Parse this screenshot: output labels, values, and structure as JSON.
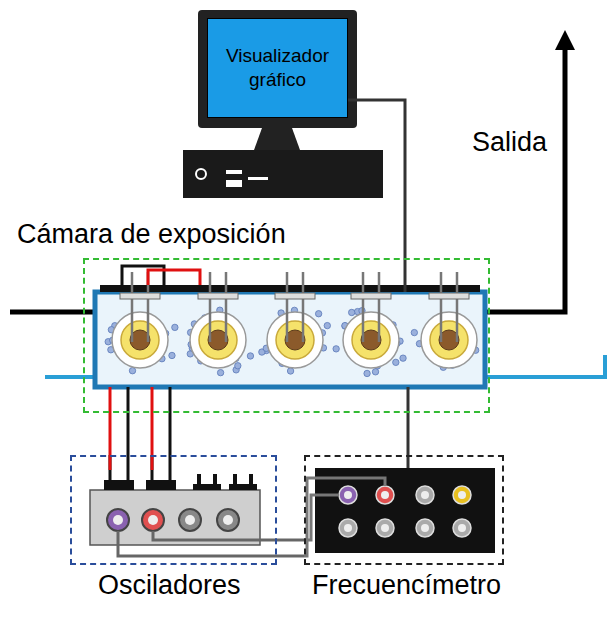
{
  "diagram": {
    "nodes": [
      {
        "text": [
          "Visualizador gráfico"
        ]
      },
      {
        "text": [
          "Cámara de exposición"
        ]
      },
      {
        "text": [
          "Osciladores"
        ]
      },
      {
        "text": [
          "Frecuencímetro"
        ]
      }
    ],
    "edges": [
      {
        "from": 0,
        "to": 1,
        "arrow": "none"
      },
      {
        "from": 1,
        "to": 2,
        "arrow": "none"
      },
      {
        "from": 1,
        "to": 2,
        "arrow": "none"
      },
      {
        "from": 1,
        "to": 2,
        "arrow": "none"
      },
      {
        "from": 1,
        "to": 2,
        "arrow": "none"
      },
      {
        "from": 2,
        "to": 3,
        "arrow": "none"
      },
      {
        "from": 2,
        "to": 3,
        "arrow": "none"
      },
      {
        "from": 1,
        "to": 3,
        "arrow": "none"
      }
    ],
    "labels": [
      "Salida"
    ]
  }
}
